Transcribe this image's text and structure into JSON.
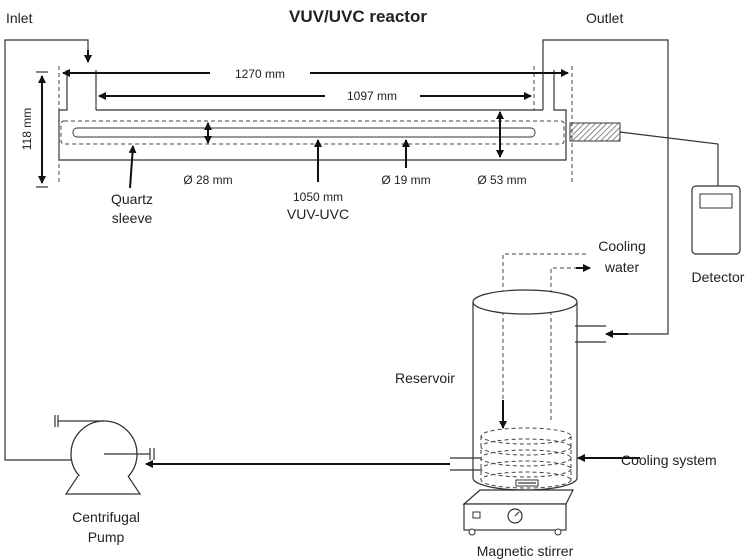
{
  "title": "VUV/UVC reactor",
  "labels": {
    "inlet": "Inlet",
    "outlet": "Outlet",
    "quartz_line1": "Quartz",
    "quartz_line2": "sleeve",
    "lamp_length": "1050 mm",
    "lamp_name": "VUV-UVC",
    "detector": "Detector",
    "cooling_line1": "Cooling",
    "cooling_line2": "water",
    "reservoir": "Reservoir",
    "cooling_system": "Cooling system",
    "pump_line1": "Centrifugal",
    "pump_line2": "Pump",
    "stirrer": "Magnetic stirrer"
  },
  "dimensions": {
    "total_length": "1270 mm",
    "inner_length": "1097 mm",
    "height": "118 mm",
    "d_sleeve": "Ø 28 mm",
    "d_lamp": "Ø 19 mm",
    "d_tube": "Ø 53 mm"
  }
}
